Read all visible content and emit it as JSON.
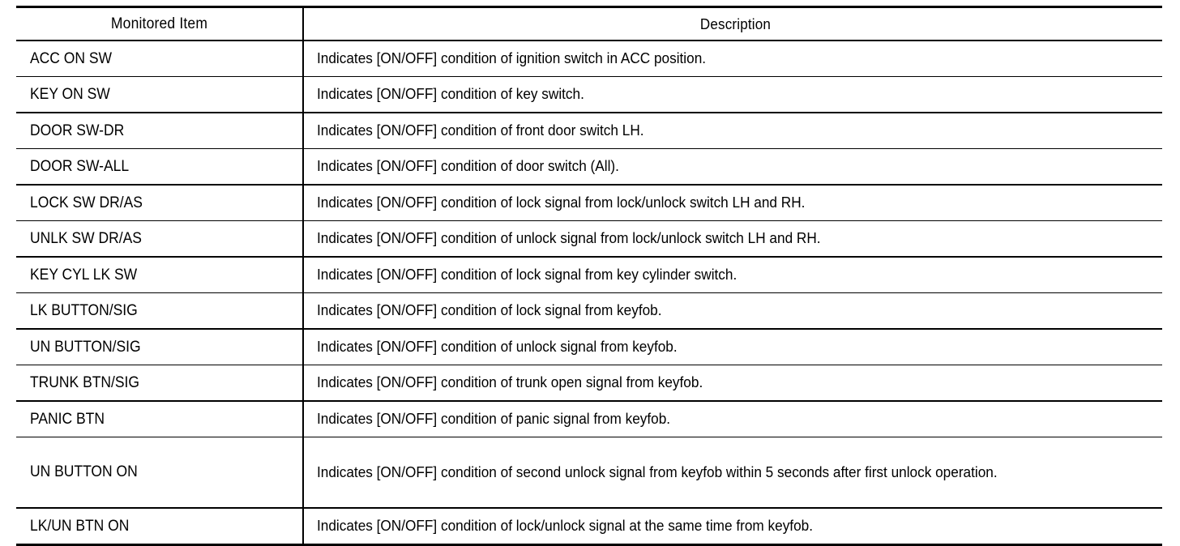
{
  "table": {
    "headers": {
      "item": "Monitored Item",
      "description": "Description"
    },
    "rows": [
      {
        "item": "ACC ON SW",
        "description": "Indicates [ON/OFF] condition of ignition switch in ACC position."
      },
      {
        "item": "KEY ON SW",
        "description": "Indicates [ON/OFF] condition of key switch."
      },
      {
        "item": "DOOR SW-DR",
        "description": "Indicates [ON/OFF] condition of front door switch LH."
      },
      {
        "item": "DOOR SW-ALL",
        "description": "Indicates [ON/OFF] condition of door switch (All)."
      },
      {
        "item": "LOCK SW DR/AS",
        "description": "Indicates [ON/OFF] condition of lock signal from lock/unlock switch LH and RH."
      },
      {
        "item": "UNLK SW DR/AS",
        "description": "Indicates [ON/OFF] condition of unlock signal from lock/unlock switch LH and RH."
      },
      {
        "item": "KEY CYL LK SW",
        "description": "Indicates [ON/OFF] condition of lock signal from key cylinder switch."
      },
      {
        "item": "LK BUTTON/SIG",
        "description": "Indicates [ON/OFF] condition of lock signal from keyfob."
      },
      {
        "item": "UN BUTTON/SIG",
        "description": "Indicates [ON/OFF] condition of unlock signal from keyfob."
      },
      {
        "item": "TRUNK BTN/SIG",
        "description": "Indicates [ON/OFF] condition of trunk open signal from keyfob."
      },
      {
        "item": "PANIC BTN",
        "description": "Indicates [ON/OFF] condition of panic signal from keyfob."
      },
      {
        "item": "UN BUTTON ON",
        "description": "Indicates [ON/OFF] condition of second unlock signal from keyfob within 5 seconds after first unlock operation."
      },
      {
        "item": "LK/UN BTN ON",
        "description": "Indicates [ON/OFF] condition of lock/unlock signal at the same time from keyfob."
      }
    ]
  },
  "colors": {
    "rule": "#000000",
    "text": "#000000",
    "background": "#ffffff"
  }
}
